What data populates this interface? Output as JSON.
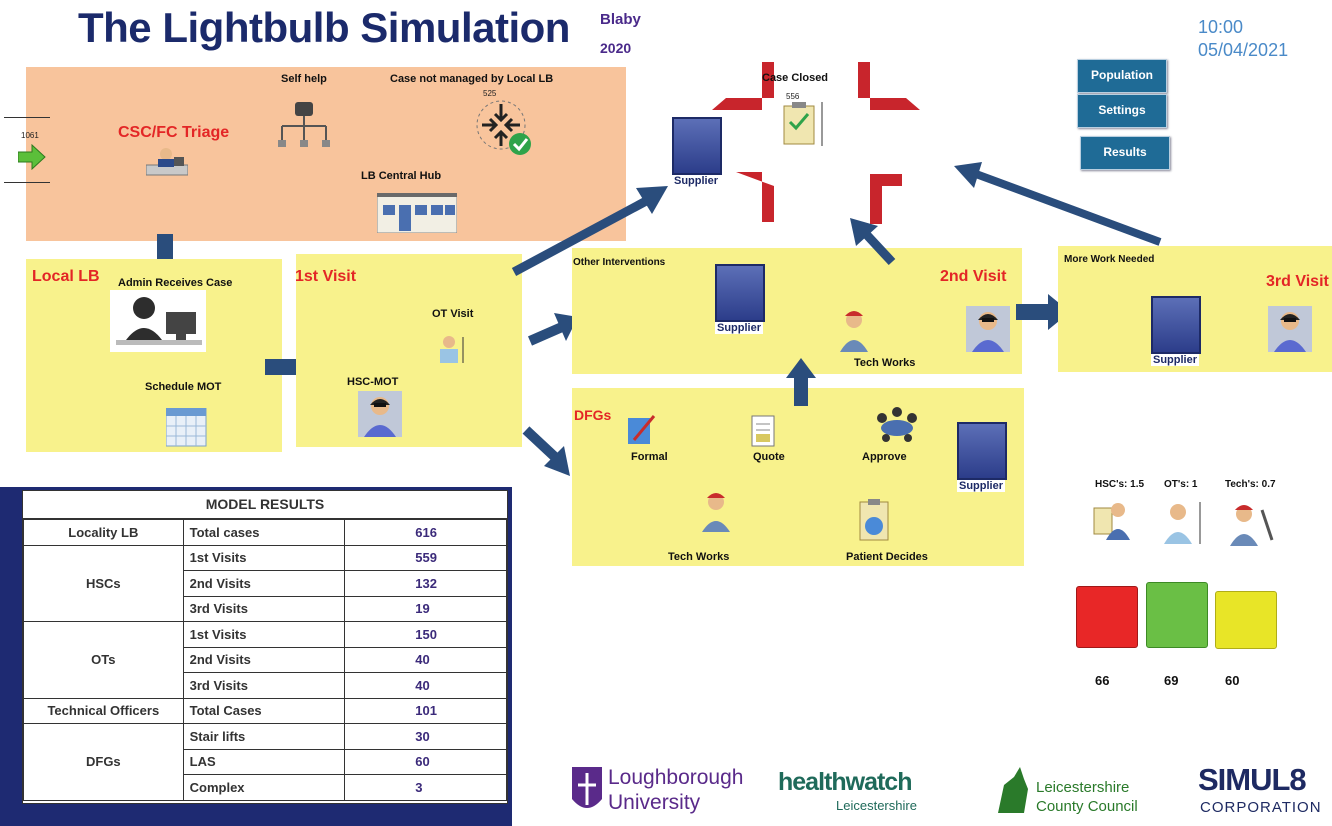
{
  "title": "The Lightbulb Simulation",
  "location": {
    "name": "Blaby",
    "year": "2020"
  },
  "clock": {
    "time": "10:00",
    "date": "05/04/2021"
  },
  "buttons": {
    "population": "Population",
    "settings": "Settings",
    "results": "Results"
  },
  "triage": {
    "inflow_count": "1061",
    "title": "CSC/FC Triage",
    "self_help": "Self help",
    "not_managed": "Case not managed by Local LB",
    "not_managed_count": "525",
    "central_hub": "LB Central Hub"
  },
  "case_closed": {
    "label": "Case Closed",
    "count": "556"
  },
  "local_lb": {
    "title": "Local LB",
    "admin": "Admin Receives Case",
    "schedule": "Schedule MOT"
  },
  "first_visit": {
    "title": "1st Visit",
    "ot_visit": "OT Visit",
    "hsc_mot": "HSC-MOT"
  },
  "other_interventions": {
    "title": "Other Interventions",
    "tech_works": "Tech Works"
  },
  "second_visit": {
    "title": "2nd Visit"
  },
  "more_work": {
    "title": "More Work Needed",
    "third_visit": "3rd Visit"
  },
  "supplier_label": "Supplier",
  "dfgs": {
    "title": "DFGs",
    "formal": "Formal",
    "quote": "Quote",
    "approve": "Approve",
    "tech_works": "Tech Works",
    "patient_decides": "Patient Decides"
  },
  "staff": {
    "hsc": "HSC's: 1.5",
    "ot": "OT's: 1",
    "tech": "Tech's: 0.7"
  },
  "status": {
    "colors": {
      "red": "#e82727",
      "green": "#6abf45",
      "yellow": "#e8e527"
    },
    "values": [
      "66",
      "69",
      "60"
    ]
  },
  "results": {
    "title": "MODEL RESULTS",
    "rows": [
      {
        "group": "Locality LB",
        "label": "Total cases",
        "value": "616"
      },
      {
        "group": "HSCs",
        "label": "1st Visits",
        "value": "559"
      },
      {
        "group": "",
        "label": "2nd Visits",
        "value": "132"
      },
      {
        "group": "",
        "label": "3rd Visits",
        "value": "19"
      },
      {
        "group": "OTs",
        "label": "1st Visits",
        "value": "150"
      },
      {
        "group": "",
        "label": "2nd Visits",
        "value": "40"
      },
      {
        "group": "",
        "label": "3rd Visits",
        "value": "40"
      },
      {
        "group": "Technical Officers",
        "label": "Total Cases",
        "value": "101"
      },
      {
        "group": "DFGs",
        "label": "Stair lifts",
        "value": "30"
      },
      {
        "group": "",
        "label": "LAS",
        "value": "60"
      },
      {
        "group": "",
        "label": "Complex",
        "value": "3"
      }
    ]
  },
  "logos": {
    "loughborough": [
      "Loughborough",
      "University"
    ],
    "healthwatch": [
      "healthwatch",
      "Leicestershire"
    ],
    "leicestershire": [
      "Leicestershire",
      "County Council"
    ],
    "simul8": [
      "SIMUL8",
      "CORPORATION"
    ]
  }
}
